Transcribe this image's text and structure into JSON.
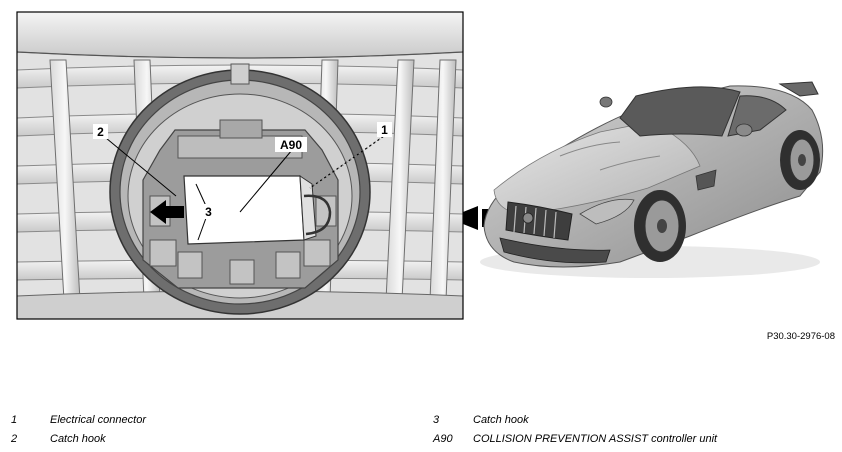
{
  "callouts": {
    "c1": "1",
    "c2": "2",
    "c3": "3",
    "a90": "A90"
  },
  "figure_ref": "P30.30-2976-08",
  "legend": [
    {
      "key": "1",
      "label": "Electrical connector"
    },
    {
      "key": "2",
      "label": "Catch hook"
    },
    {
      "key": "3",
      "label": "Catch hook"
    },
    {
      "key": "A90",
      "label": "COLLISION PREVENTION ASSIST controller unit"
    }
  ]
}
